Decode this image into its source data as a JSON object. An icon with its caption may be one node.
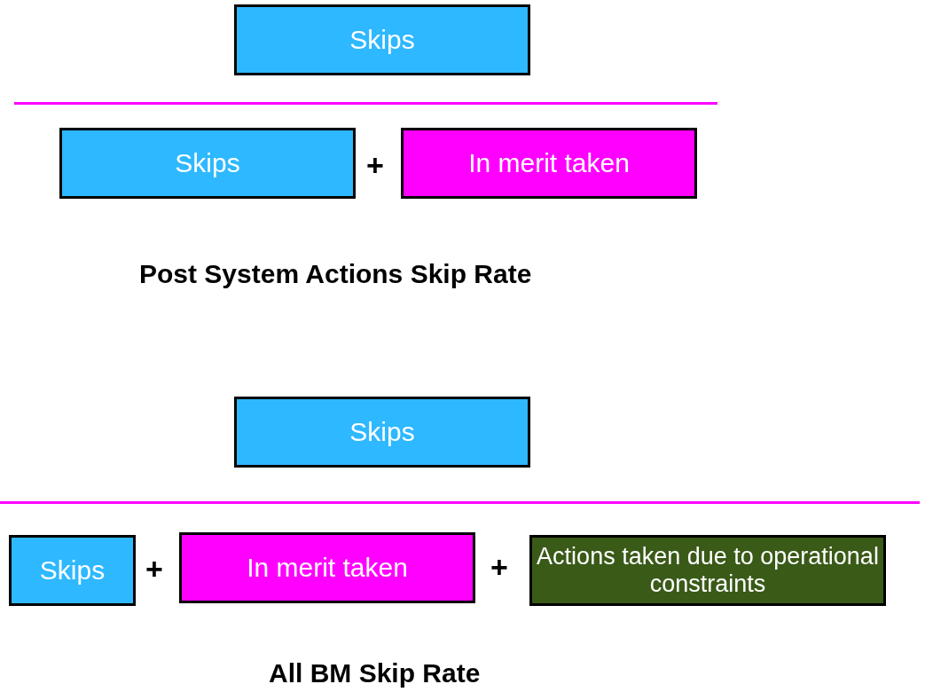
{
  "diagram": {
    "nodes": [
      {
        "text": [
          "Skips"
        ]
      },
      {
        "text": [
          "Skips"
        ]
      },
      {
        "text": [
          "In merit taken"
        ]
      },
      {
        "text": [
          "Skips"
        ]
      },
      {
        "text": [
          "Skips"
        ]
      },
      {
        "text": [
          "In merit taken"
        ]
      },
      {
        "text": [
          "Actions taken due to operational constraints"
        ]
      }
    ],
    "edges": [],
    "labels": [
      "+",
      "Post System Actions Skip Rate",
      "+",
      "+",
      "All BM Skip Rate"
    ]
  }
}
